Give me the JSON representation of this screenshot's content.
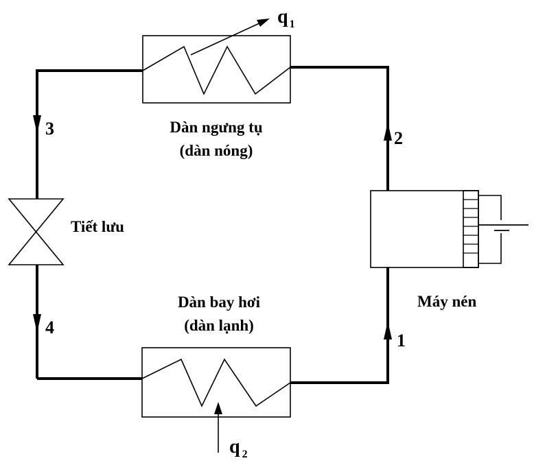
{
  "diagram": {
    "condenser": {
      "line1": "Dàn ngưng tụ",
      "line2": "(dàn nóng)",
      "heat_label": "q",
      "heat_sub": "1"
    },
    "evaporator": {
      "line1": "Dàn bay hơi",
      "line2": "(dàn lạnh)",
      "heat_label": "q",
      "heat_sub": "2"
    },
    "expansion_valve": {
      "label": "Tiết lưu"
    },
    "compressor": {
      "label": "Máy nén"
    },
    "points": {
      "p1": "1",
      "p2": "2",
      "p3": "3",
      "p4": "4"
    }
  }
}
